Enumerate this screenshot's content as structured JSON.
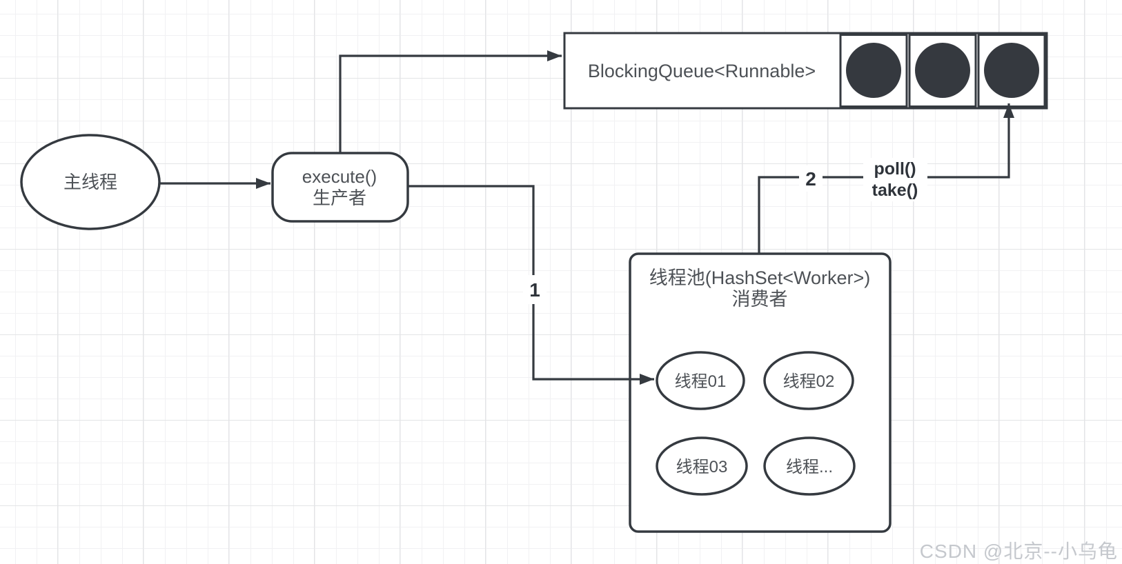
{
  "diagram": {
    "main_thread": {
      "label": "主线程"
    },
    "execute_node": {
      "line1": "execute()",
      "line2": "生产者"
    },
    "blocking_queue": {
      "label": "BlockingQueue<Runnable>",
      "filled_slots": 3
    },
    "thread_pool": {
      "title": "线程池(HashSet<Worker>)",
      "subtitle": "消费者",
      "workers": [
        {
          "label": "线程01"
        },
        {
          "label": "线程02"
        },
        {
          "label": "线程03"
        },
        {
          "label": "线程..."
        }
      ]
    },
    "edge_labels": {
      "step1": "1",
      "step2": "2",
      "poll": "poll()",
      "take": "take()"
    }
  },
  "watermark": {
    "text": "CSDN @北京--小乌龟"
  },
  "colors": {
    "stroke": "#353a40",
    "node_text": "#4d5156",
    "bold_label": "#2e333a",
    "slot_fill": "#35393f",
    "watermark": "#c5c8cd"
  }
}
